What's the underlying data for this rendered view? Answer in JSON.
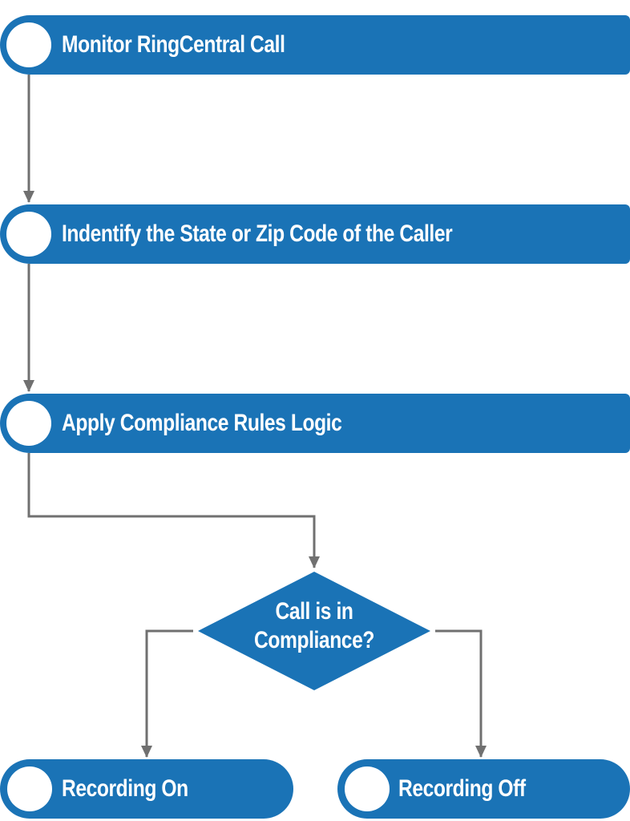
{
  "steps": {
    "monitor": "Monitor RingCentral Call",
    "identify": "Indentify the State or Zip Code of the Caller",
    "apply": "Apply Compliance Rules Logic"
  },
  "decision": {
    "line1": "Call is in",
    "line2": "Compliance?"
  },
  "outcomes": {
    "on": "Recording On",
    "off": "Recording Off"
  },
  "colors": {
    "node_fill": "#1a73b6",
    "connector": "#707070",
    "marker": "#ffffff"
  }
}
